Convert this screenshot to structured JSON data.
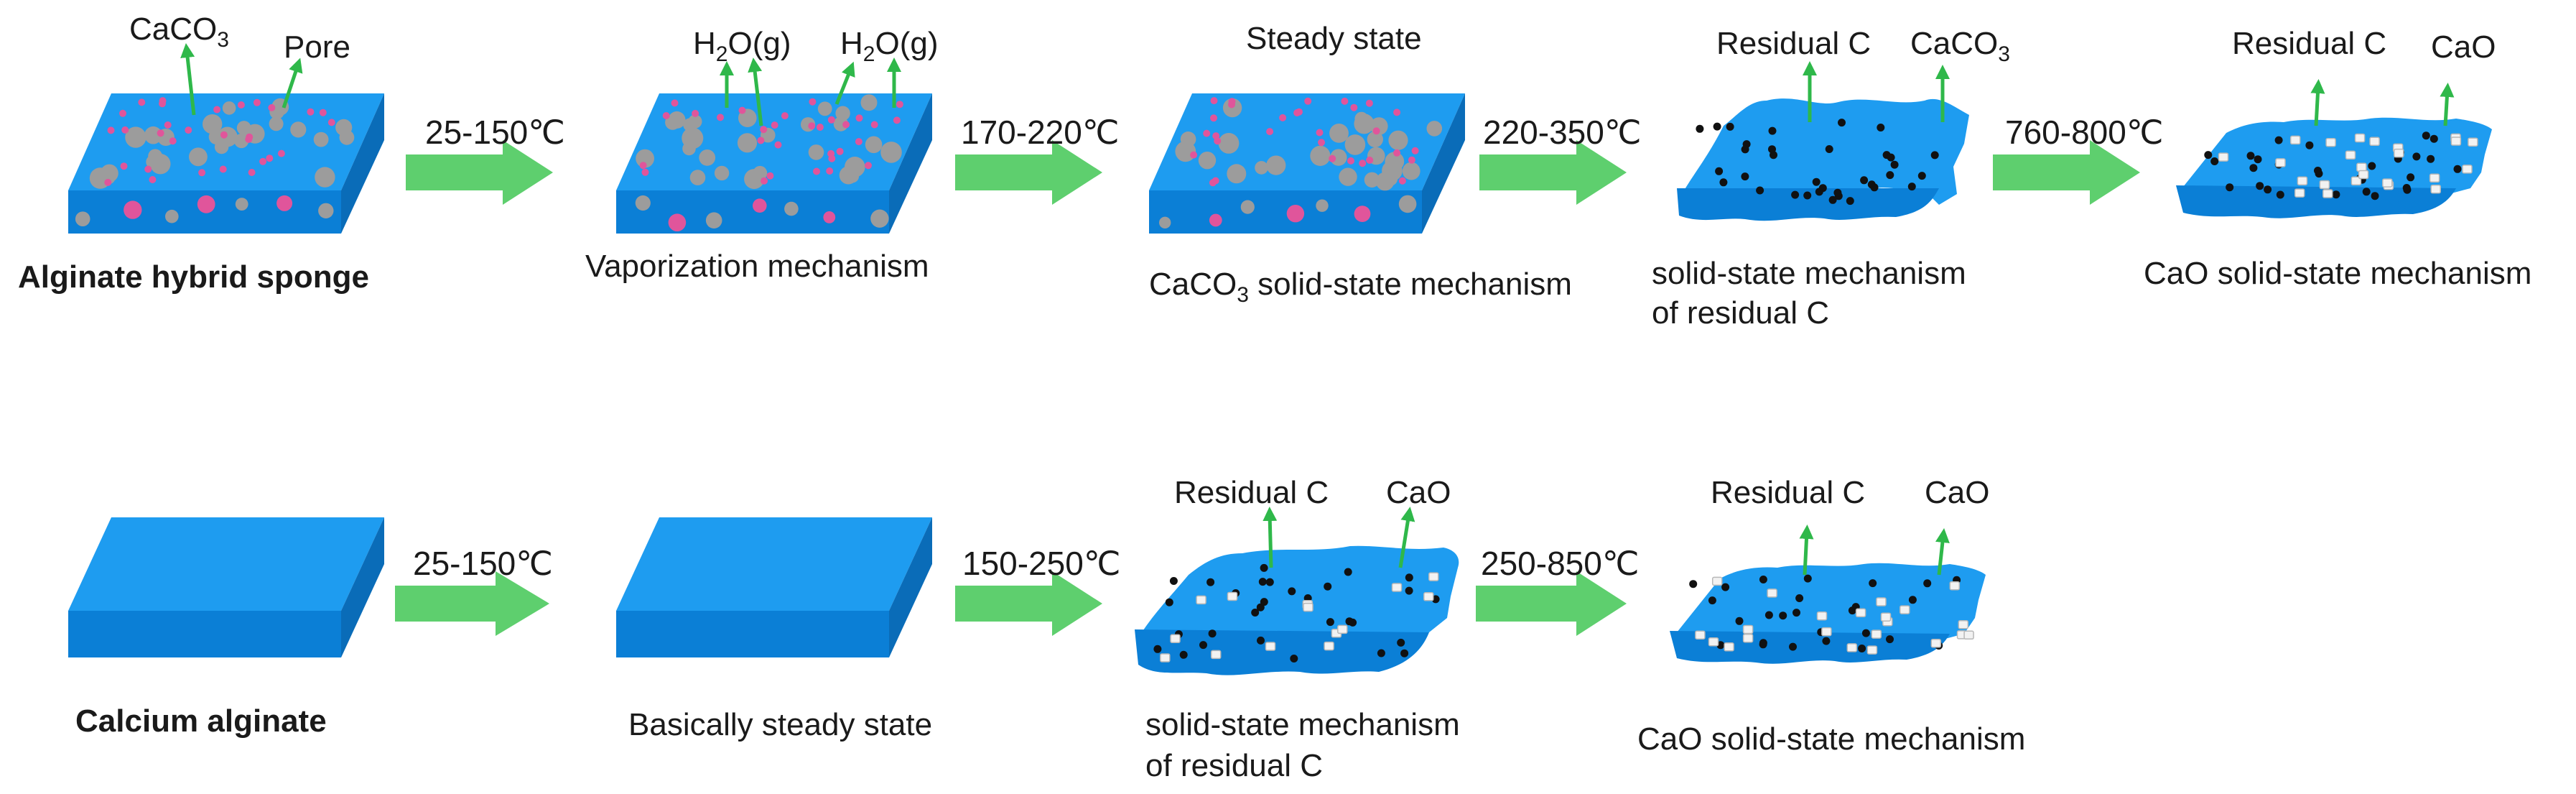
{
  "colors": {
    "sponge_top": "#1e9cf0",
    "sponge_front": "#0b7fd6",
    "sponge_side": "#0a6cb8",
    "arrow_green": "#5ecf6e",
    "gas_arrow": "#2fb84a",
    "pore_gray": "#9c9c9c",
    "pink_dot": "#e0559b",
    "carbon_dot": "#111111",
    "cao_cube": "#f2f2f2"
  },
  "top_row": {
    "stages": [
      {
        "caption": "Alginate hybrid sponge",
        "gas_labels": [
          {
            "main": "CaCO",
            "sub": "3"
          },
          {
            "main": "Pore",
            "sub": ""
          }
        ]
      },
      {
        "caption": "Vaporization mechanism",
        "gas_labels": [
          {
            "main": "H",
            "sub": "2",
            "tail": "O(g)"
          },
          {
            "main": "H",
            "sub": "2",
            "tail": "O(g)"
          }
        ]
      },
      {
        "caption_main": "CaCO",
        "caption_sub": "3",
        "caption_tail": " solid-state mechanism",
        "header": "Steady state"
      },
      {
        "caption_line1": "solid-state mechanism",
        "caption_line2": "of residual C",
        "gas_labels": [
          {
            "main": "Residual C",
            "sub": ""
          },
          {
            "main": "CaCO",
            "sub": "3"
          }
        ]
      },
      {
        "caption": "CaO solid-state mechanism",
        "gas_labels": [
          {
            "main": "Residual C",
            "sub": ""
          },
          {
            "main": "CaO",
            "sub": ""
          }
        ]
      }
    ],
    "transitions": [
      "25-150℃",
      "170-220℃",
      "220-350℃",
      "760-800℃"
    ]
  },
  "bottom_row": {
    "stages": [
      {
        "caption": "Calcium alginate"
      },
      {
        "caption": "Basically steady state"
      },
      {
        "caption_line1": "solid-state mechanism",
        "caption_line2": "of residual C",
        "gas_labels": [
          {
            "main": "Residual C",
            "sub": ""
          },
          {
            "main": "CaO",
            "sub": ""
          }
        ]
      },
      {
        "caption": "CaO solid-state mechanism",
        "gas_labels": [
          {
            "main": "Residual C",
            "sub": ""
          },
          {
            "main": "CaO",
            "sub": ""
          }
        ]
      }
    ],
    "transitions": [
      "25-150℃",
      "150-250℃",
      "250-850℃"
    ]
  }
}
